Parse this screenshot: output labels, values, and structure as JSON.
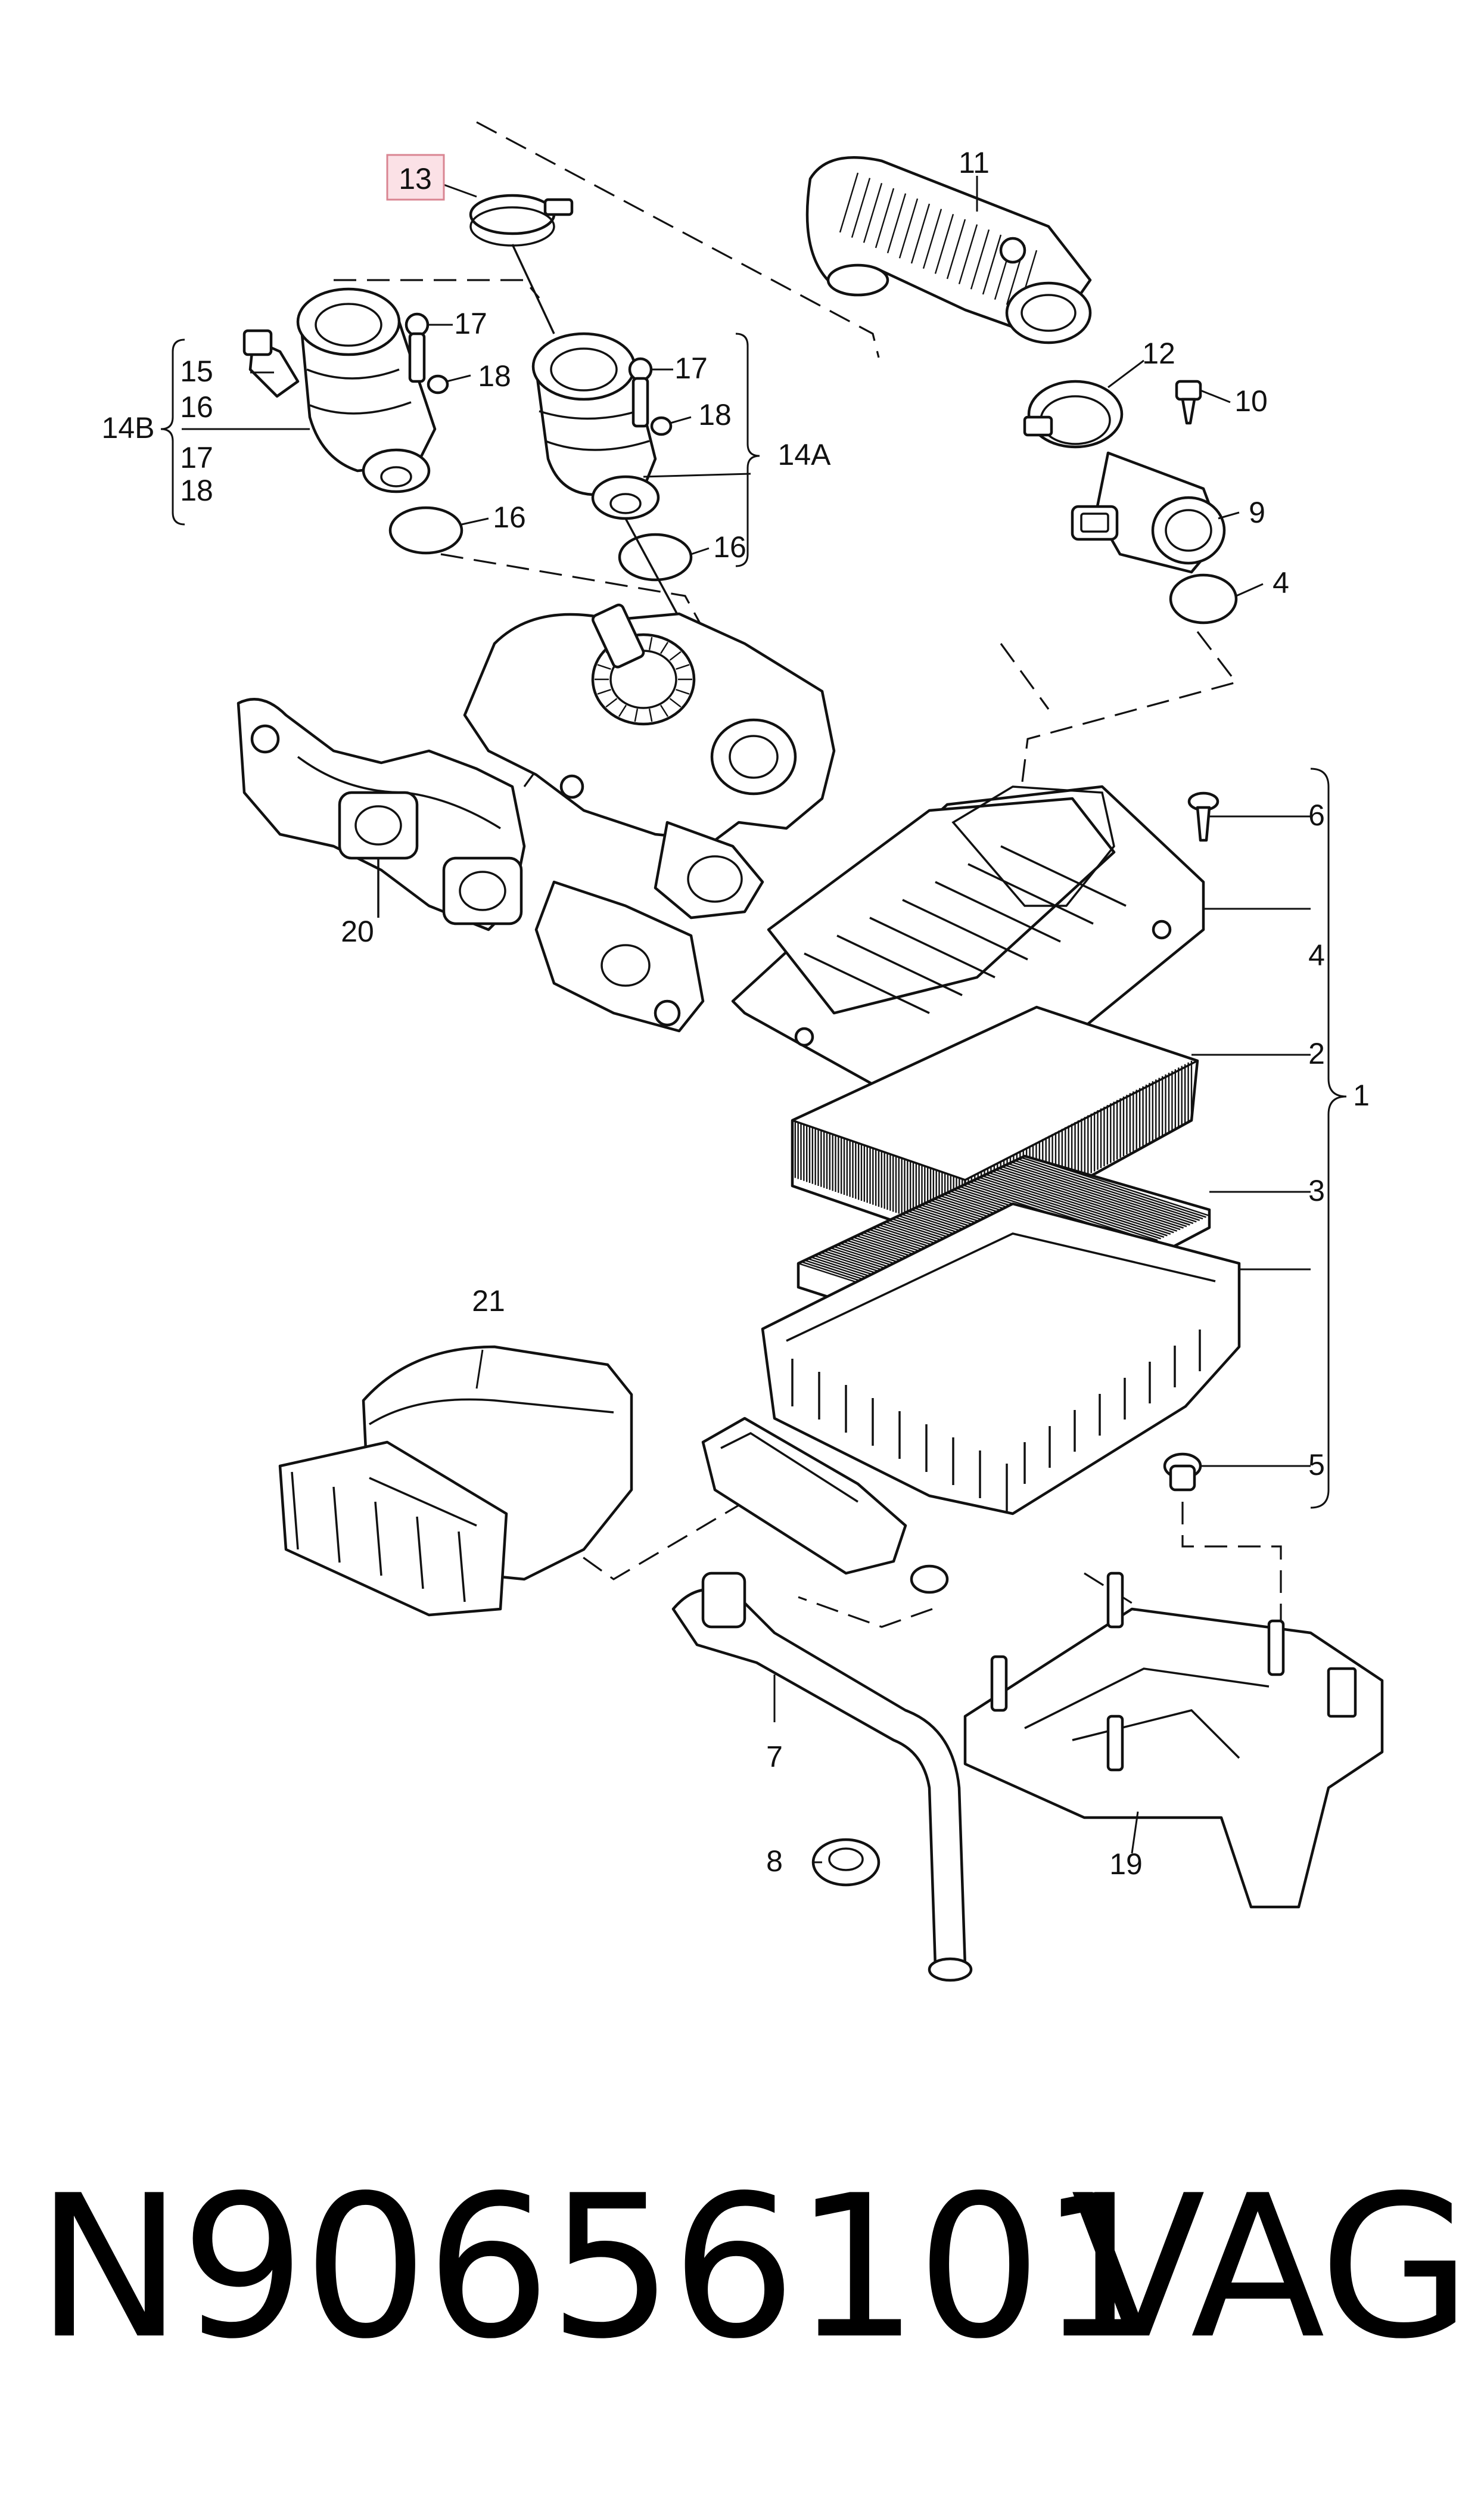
{
  "footer": {
    "part_number": "N90656101",
    "brand": "VAG"
  },
  "highlight": {
    "label": "13",
    "color": "#fbe1e6"
  },
  "callouts": {
    "c1": "1",
    "c2": "2",
    "c3": "3",
    "c4a": "4",
    "c4b": "4",
    "c5": "5",
    "c6": "6",
    "c7": "7",
    "c8": "8",
    "c9": "9",
    "c10": "10",
    "c11": "11",
    "c12": "12",
    "c14a": "14A",
    "c14b": "14B",
    "c15": "15",
    "c16a": "16",
    "c16b": "16",
    "c16c": "16",
    "c17a": "17",
    "c17b": "17",
    "c17c": "17",
    "c18a": "18",
    "c18b": "18",
    "c18c": "18",
    "c19": "19",
    "c20": "20",
    "c21": "21"
  }
}
